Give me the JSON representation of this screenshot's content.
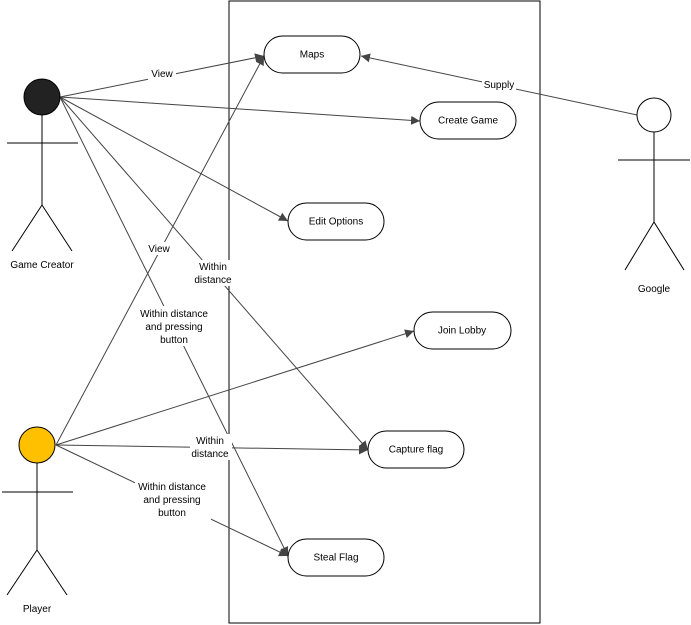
{
  "actors": {
    "game_creator": {
      "name": "Game Creator",
      "head_color": "#222222"
    },
    "player": {
      "name": "Player",
      "head_color": "#FFC000"
    },
    "google": {
      "name": "Google",
      "head_color": "#FFFFFF"
    }
  },
  "use_cases": {
    "maps": "Maps",
    "create_game": "Create Game",
    "edit_options": "Edit Options",
    "join_lobby": "Join Lobby",
    "capture_flag": "Capture flag",
    "steal_flag": "Steal Flag"
  },
  "edge_labels": {
    "creator_view": "View",
    "player_view": "View",
    "supply": "Supply",
    "creator_within_1": "Within",
    "creator_within_2": "distance",
    "creator_press_1": "Within distance",
    "creator_press_2": "and pressing",
    "creator_press_3": "button",
    "player_within_1": "Within",
    "player_within_2": "distance",
    "player_press_1": "Within distance",
    "player_press_2": "and pressing",
    "player_press_3": "button"
  }
}
